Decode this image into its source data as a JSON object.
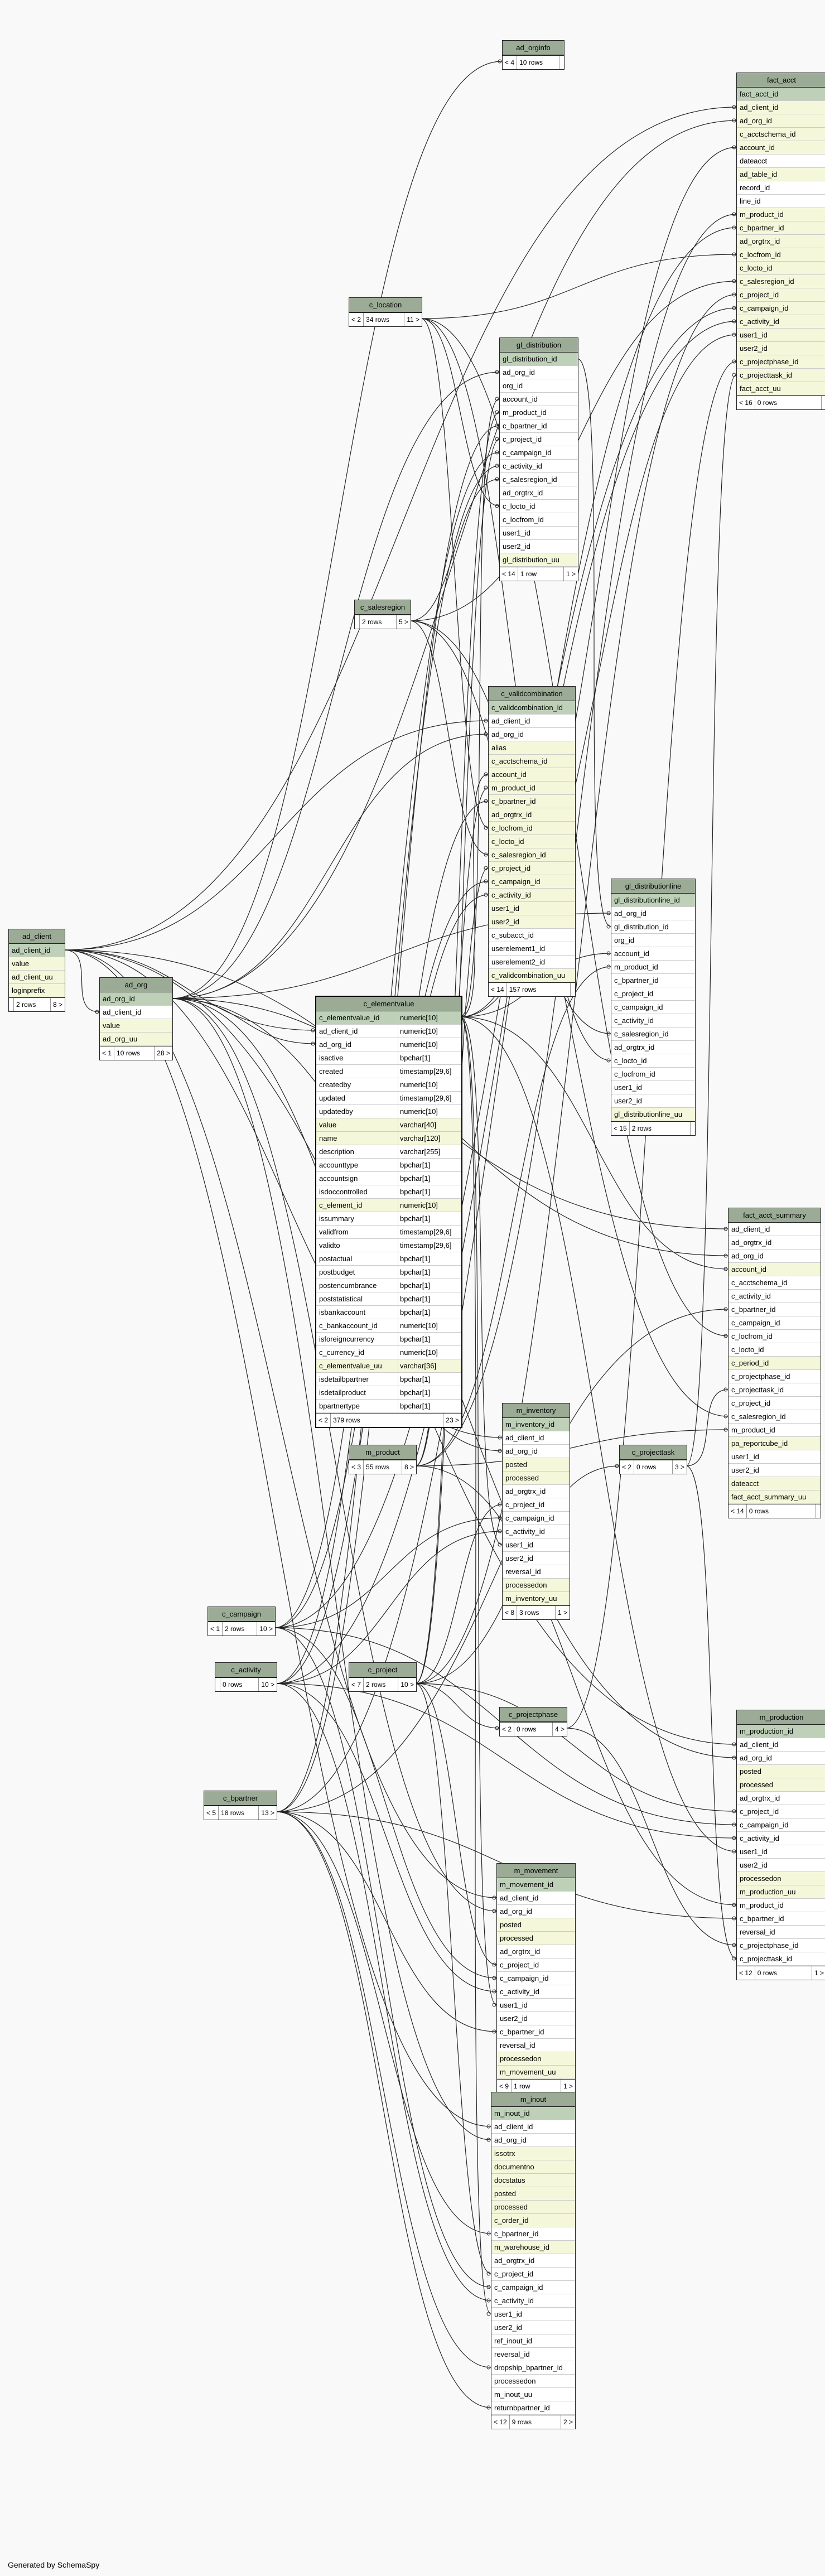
{
  "generator": "Generated by SchemaSpy",
  "tables": [
    {
      "name": "ad_orginfo",
      "cols": [],
      "footer": {
        "left": "< 4",
        "rows": "10 rows",
        "right": ""
      }
    },
    {
      "name": "fact_acct",
      "cols": [
        {
          "n": "fact_acct_id",
          "k": "pk"
        },
        {
          "n": "ad_client_id",
          "k": "fk"
        },
        {
          "n": "ad_org_id",
          "k": "fk"
        },
        {
          "n": "c_acctschema_id",
          "k": "fk"
        },
        {
          "n": "account_id",
          "k": "fk"
        },
        {
          "n": "dateacct",
          "k": ""
        },
        {
          "n": "ad_table_id",
          "k": "fk"
        },
        {
          "n": "record_id",
          "k": ""
        },
        {
          "n": "line_id",
          "k": ""
        },
        {
          "n": "m_product_id",
          "k": "fk"
        },
        {
          "n": "c_bpartner_id",
          "k": "fk"
        },
        {
          "n": "ad_orgtrx_id",
          "k": "fk"
        },
        {
          "n": "c_locfrom_id",
          "k": "fk"
        },
        {
          "n": "c_locto_id",
          "k": "fk"
        },
        {
          "n": "c_salesregion_id",
          "k": "fk"
        },
        {
          "n": "c_project_id",
          "k": "fk"
        },
        {
          "n": "c_campaign_id",
          "k": "fk"
        },
        {
          "n": "c_activity_id",
          "k": "fk"
        },
        {
          "n": "user1_id",
          "k": "fk"
        },
        {
          "n": "user2_id",
          "k": "fk"
        },
        {
          "n": "c_projectphase_id",
          "k": "fk"
        },
        {
          "n": "c_projecttask_id",
          "k": "fk"
        },
        {
          "n": "fact_acct_uu",
          "k": "fk"
        }
      ],
      "footer": {
        "left": "< 16",
        "rows": "0 rows",
        "right": ""
      }
    },
    {
      "name": "c_location",
      "cols": [],
      "footer": {
        "left": "< 2",
        "rows": "34 rows",
        "right": "11 >"
      }
    },
    {
      "name": "gl_distribution",
      "cols": [
        {
          "n": "gl_distribution_id",
          "k": "pk"
        },
        {
          "n": "ad_org_id",
          "k": ""
        },
        {
          "n": "org_id",
          "k": ""
        },
        {
          "n": "account_id",
          "k": ""
        },
        {
          "n": "m_product_id",
          "k": ""
        },
        {
          "n": "c_bpartner_id",
          "k": ""
        },
        {
          "n": "c_project_id",
          "k": ""
        },
        {
          "n": "c_campaign_id",
          "k": ""
        },
        {
          "n": "c_activity_id",
          "k": ""
        },
        {
          "n": "c_salesregion_id",
          "k": ""
        },
        {
          "n": "ad_orgtrx_id",
          "k": ""
        },
        {
          "n": "c_locto_id",
          "k": ""
        },
        {
          "n": "c_locfrom_id",
          "k": ""
        },
        {
          "n": "user1_id",
          "k": ""
        },
        {
          "n": "user2_id",
          "k": ""
        },
        {
          "n": "gl_distribution_uu",
          "k": "fk"
        }
      ],
      "footer": {
        "left": "< 14",
        "rows": "1 row",
        "right": "1 >"
      }
    },
    {
      "name": "c_salesregion",
      "cols": [],
      "footer": {
        "left": "",
        "rows": "2 rows",
        "right": "5 >"
      }
    },
    {
      "name": "c_validcombination",
      "cols": [
        {
          "n": "c_validcombination_id",
          "k": "pk"
        },
        {
          "n": "ad_client_id",
          "k": ""
        },
        {
          "n": "ad_org_id",
          "k": ""
        },
        {
          "n": "alias",
          "k": "fk"
        },
        {
          "n": "c_acctschema_id",
          "k": "fk"
        },
        {
          "n": "account_id",
          "k": "fk"
        },
        {
          "n": "m_product_id",
          "k": "fk"
        },
        {
          "n": "c_bpartner_id",
          "k": "fk"
        },
        {
          "n": "ad_orgtrx_id",
          "k": "fk"
        },
        {
          "n": "c_locfrom_id",
          "k": "fk"
        },
        {
          "n": "c_locto_id",
          "k": "fk"
        },
        {
          "n": "c_salesregion_id",
          "k": "fk"
        },
        {
          "n": "c_project_id",
          "k": "fk"
        },
        {
          "n": "c_campaign_id",
          "k": "fk"
        },
        {
          "n": "c_activity_id",
          "k": "fk"
        },
        {
          "n": "user1_id",
          "k": "fk"
        },
        {
          "n": "user2_id",
          "k": "fk"
        },
        {
          "n": "c_subacct_id",
          "k": ""
        },
        {
          "n": "userelement1_id",
          "k": ""
        },
        {
          "n": "userelement2_id",
          "k": ""
        },
        {
          "n": "c_validcombination_uu",
          "k": "fk"
        }
      ],
      "footer": {
        "left": "< 14",
        "rows": "157 rows",
        "right": ""
      }
    },
    {
      "name": "gl_distributionline",
      "cols": [
        {
          "n": "gl_distributionline_id",
          "k": "pk"
        },
        {
          "n": "ad_org_id",
          "k": ""
        },
        {
          "n": "gl_distribution_id",
          "k": ""
        },
        {
          "n": "org_id",
          "k": ""
        },
        {
          "n": "account_id",
          "k": ""
        },
        {
          "n": "m_product_id",
          "k": ""
        },
        {
          "n": "c_bpartner_id",
          "k": ""
        },
        {
          "n": "c_project_id",
          "k": ""
        },
        {
          "n": "c_campaign_id",
          "k": ""
        },
        {
          "n": "c_activity_id",
          "k": ""
        },
        {
          "n": "c_salesregion_id",
          "k": ""
        },
        {
          "n": "ad_orgtrx_id",
          "k": ""
        },
        {
          "n": "c_locto_id",
          "k": ""
        },
        {
          "n": "c_locfrom_id",
          "k": ""
        },
        {
          "n": "user1_id",
          "k": ""
        },
        {
          "n": "user2_id",
          "k": ""
        },
        {
          "n": "gl_distributionline_uu",
          "k": "fk"
        }
      ],
      "footer": {
        "left": "< 15",
        "rows": "2 rows",
        "right": ""
      }
    },
    {
      "name": "ad_client",
      "cols": [
        {
          "n": "ad_client_id",
          "k": "pk"
        },
        {
          "n": "value",
          "k": "fk"
        },
        {
          "n": "ad_client_uu",
          "k": "fk"
        },
        {
          "n": "loginprefix",
          "k": "fk"
        }
      ],
      "footer": {
        "left": "",
        "rows": "2 rows",
        "right": "8 >"
      }
    },
    {
      "name": "ad_org",
      "cols": [
        {
          "n": "ad_org_id",
          "k": "pk"
        },
        {
          "n": "ad_client_id",
          "k": ""
        },
        {
          "n": "value",
          "k": "fk"
        },
        {
          "n": "ad_org_uu",
          "k": "fk"
        }
      ],
      "footer": {
        "left": "< 1",
        "rows": "10 rows",
        "right": "28 >"
      }
    },
    {
      "name": "c_elementvalue",
      "cols": [
        {
          "n": "c_elementvalue_id",
          "t": "numeric[10]",
          "k": "pk"
        },
        {
          "n": "ad_client_id",
          "t": "numeric[10]",
          "k": ""
        },
        {
          "n": "ad_org_id",
          "t": "numeric[10]",
          "k": ""
        },
        {
          "n": "isactive",
          "t": "bpchar[1]",
          "k": ""
        },
        {
          "n": "created",
          "t": "timestamp[29,6]",
          "k": ""
        },
        {
          "n": "createdby",
          "t": "numeric[10]",
          "k": ""
        },
        {
          "n": "updated",
          "t": "timestamp[29,6]",
          "k": ""
        },
        {
          "n": "updatedby",
          "t": "numeric[10]",
          "k": ""
        },
        {
          "n": "value",
          "t": "varchar[40]",
          "k": "fk"
        },
        {
          "n": "name",
          "t": "varchar[120]",
          "k": "fk"
        },
        {
          "n": "description",
          "t": "varchar[255]",
          "k": ""
        },
        {
          "n": "accounttype",
          "t": "bpchar[1]",
          "k": ""
        },
        {
          "n": "accountsign",
          "t": "bpchar[1]",
          "k": ""
        },
        {
          "n": "isdoccontrolled",
          "t": "bpchar[1]",
          "k": ""
        },
        {
          "n": "c_element_id",
          "t": "numeric[10]",
          "k": "fk"
        },
        {
          "n": "issummary",
          "t": "bpchar[1]",
          "k": ""
        },
        {
          "n": "validfrom",
          "t": "timestamp[29,6]",
          "k": ""
        },
        {
          "n": "validto",
          "t": "timestamp[29,6]",
          "k": ""
        },
        {
          "n": "postactual",
          "t": "bpchar[1]",
          "k": ""
        },
        {
          "n": "postbudget",
          "t": "bpchar[1]",
          "k": ""
        },
        {
          "n": "postencumbrance",
          "t": "bpchar[1]",
          "k": ""
        },
        {
          "n": "poststatistical",
          "t": "bpchar[1]",
          "k": ""
        },
        {
          "n": "isbankaccount",
          "t": "bpchar[1]",
          "k": ""
        },
        {
          "n": "c_bankaccount_id",
          "t": "numeric[10]",
          "k": ""
        },
        {
          "n": "isforeigncurrency",
          "t": "bpchar[1]",
          "k": ""
        },
        {
          "n": "c_currency_id",
          "t": "numeric[10]",
          "k": ""
        },
        {
          "n": "c_elementvalue_uu",
          "t": "varchar[36]",
          "k": "fk"
        },
        {
          "n": "isdetailbpartner",
          "t": "bpchar[1]",
          "k": ""
        },
        {
          "n": "isdetailproduct",
          "t": "bpchar[1]",
          "k": ""
        },
        {
          "n": "bpartnertype",
          "t": "bpchar[1]",
          "k": ""
        }
      ],
      "footer": {
        "left": "< 2",
        "rows": "379 rows",
        "right": "23 >"
      }
    },
    {
      "name": "fact_acct_summary",
      "cols": [
        {
          "n": "ad_client_id",
          "k": ""
        },
        {
          "n": "ad_orgtrx_id",
          "k": ""
        },
        {
          "n": "ad_org_id",
          "k": ""
        },
        {
          "n": "account_id",
          "k": "fk"
        },
        {
          "n": "c_acctschema_id",
          "k": ""
        },
        {
          "n": "c_activity_id",
          "k": ""
        },
        {
          "n": "c_bpartner_id",
          "k": ""
        },
        {
          "n": "c_campaign_id",
          "k": ""
        },
        {
          "n": "c_locfrom_id",
          "k": ""
        },
        {
          "n": "c_locto_id",
          "k": ""
        },
        {
          "n": "c_period_id",
          "k": "fk"
        },
        {
          "n": "c_projectphase_id",
          "k": ""
        },
        {
          "n": "c_projecttask_id",
          "k": ""
        },
        {
          "n": "c_project_id",
          "k": ""
        },
        {
          "n": "c_salesregion_id",
          "k": ""
        },
        {
          "n": "m_product_id",
          "k": ""
        },
        {
          "n": "pa_reportcube_id",
          "k": "fk"
        },
        {
          "n": "user1_id",
          "k": ""
        },
        {
          "n": "user2_id",
          "k": ""
        },
        {
          "n": "dateacct",
          "k": "fk"
        },
        {
          "n": "fact_acct_summary_uu",
          "k": "fk"
        }
      ],
      "footer": {
        "left": "< 14",
        "rows": "0 rows",
        "right": ""
      }
    },
    {
      "name": "m_product",
      "cols": [],
      "footer": {
        "left": "< 3",
        "rows": "55 rows",
        "right": "8 >"
      }
    },
    {
      "name": "m_inventory",
      "cols": [
        {
          "n": "m_inventory_id",
          "k": "pk"
        },
        {
          "n": "ad_client_id",
          "k": ""
        },
        {
          "n": "ad_org_id",
          "k": ""
        },
        {
          "n": "posted",
          "k": "fk"
        },
        {
          "n": "processed",
          "k": "fk"
        },
        {
          "n": "ad_orgtrx_id",
          "k": ""
        },
        {
          "n": "c_project_id",
          "k": ""
        },
        {
          "n": "c_campaign_id",
          "k": ""
        },
        {
          "n": "c_activity_id",
          "k": ""
        },
        {
          "n": "user1_id",
          "k": ""
        },
        {
          "n": "user2_id",
          "k": ""
        },
        {
          "n": "reversal_id",
          "k": ""
        },
        {
          "n": "processedon",
          "k": "fk"
        },
        {
          "n": "m_inventory_uu",
          "k": "fk"
        }
      ],
      "footer": {
        "left": "< 8",
        "rows": "3 rows",
        "right": "1 >"
      }
    },
    {
      "name": "c_projecttask",
      "cols": [],
      "footer": {
        "left": "< 2",
        "rows": "0 rows",
        "right": "3 >"
      }
    },
    {
      "name": "c_campaign",
      "cols": [],
      "footer": {
        "left": "< 1",
        "rows": "2 rows",
        "right": "10 >"
      }
    },
    {
      "name": "c_activity",
      "cols": [],
      "footer": {
        "left": "",
        "rows": "0 rows",
        "right": "10 >"
      }
    },
    {
      "name": "c_project",
      "cols": [],
      "footer": {
        "left": "< 7",
        "rows": "2 rows",
        "right": "10 >"
      }
    },
    {
      "name": "c_projectphase",
      "cols": [],
      "footer": {
        "left": "< 2",
        "rows": "0 rows",
        "right": "4 >"
      }
    },
    {
      "name": "m_production",
      "cols": [
        {
          "n": "m_production_id",
          "k": "pk"
        },
        {
          "n": "ad_client_id",
          "k": ""
        },
        {
          "n": "ad_org_id",
          "k": ""
        },
        {
          "n": "posted",
          "k": "fk"
        },
        {
          "n": "processed",
          "k": "fk"
        },
        {
          "n": "ad_orgtrx_id",
          "k": ""
        },
        {
          "n": "c_project_id",
          "k": ""
        },
        {
          "n": "c_campaign_id",
          "k": ""
        },
        {
          "n": "c_activity_id",
          "k": ""
        },
        {
          "n": "user1_id",
          "k": ""
        },
        {
          "n": "user2_id",
          "k": ""
        },
        {
          "n": "processedon",
          "k": "fk"
        },
        {
          "n": "m_production_uu",
          "k": "fk"
        },
        {
          "n": "m_product_id",
          "k": ""
        },
        {
          "n": "c_bpartner_id",
          "k": ""
        },
        {
          "n": "reversal_id",
          "k": ""
        },
        {
          "n": "c_projectphase_id",
          "k": ""
        },
        {
          "n": "c_projecttask_id",
          "k": ""
        }
      ],
      "footer": {
        "left": "< 12",
        "rows": "0 rows",
        "right": "1 >"
      }
    },
    {
      "name": "c_bpartner",
      "cols": [],
      "footer": {
        "left": "< 5",
        "rows": "18 rows",
        "right": "13 >"
      }
    },
    {
      "name": "m_movement",
      "cols": [
        {
          "n": "m_movement_id",
          "k": "pk"
        },
        {
          "n": "ad_client_id",
          "k": ""
        },
        {
          "n": "ad_org_id",
          "k": ""
        },
        {
          "n": "posted",
          "k": "fk"
        },
        {
          "n": "processed",
          "k": "fk"
        },
        {
          "n": "ad_orgtrx_id",
          "k": ""
        },
        {
          "n": "c_project_id",
          "k": ""
        },
        {
          "n": "c_campaign_id",
          "k": ""
        },
        {
          "n": "c_activity_id",
          "k": ""
        },
        {
          "n": "user1_id",
          "k": ""
        },
        {
          "n": "user2_id",
          "k": ""
        },
        {
          "n": "c_bpartner_id",
          "k": ""
        },
        {
          "n": "reversal_id",
          "k": ""
        },
        {
          "n": "processedon",
          "k": "fk"
        },
        {
          "n": "m_movement_uu",
          "k": "fk"
        }
      ],
      "footer": {
        "left": "< 9",
        "rows": "1 row",
        "right": "1 >"
      }
    },
    {
      "name": "m_inout",
      "cols": [
        {
          "n": "m_inout_id",
          "k": "pk"
        },
        {
          "n": "ad_client_id",
          "k": ""
        },
        {
          "n": "ad_org_id",
          "k": ""
        },
        {
          "n": "issotrx",
          "k": "fk"
        },
        {
          "n": "documentno",
          "k": "fk"
        },
        {
          "n": "docstatus",
          "k": "fk"
        },
        {
          "n": "posted",
          "k": "fk"
        },
        {
          "n": "processed",
          "k": "fk"
        },
        {
          "n": "c_order_id",
          "k": "fk"
        },
        {
          "n": "c_bpartner_id",
          "k": ""
        },
        {
          "n": "m_warehouse_id",
          "k": "fk"
        },
        {
          "n": "ad_orgtrx_id",
          "k": ""
        },
        {
          "n": "c_project_id",
          "k": ""
        },
        {
          "n": "c_campaign_id",
          "k": ""
        },
        {
          "n": "c_activity_id",
          "k": ""
        },
        {
          "n": "user1_id",
          "k": ""
        },
        {
          "n": "user2_id",
          "k": ""
        },
        {
          "n": "ref_inout_id",
          "k": ""
        },
        {
          "n": "reversal_id",
          "k": ""
        },
        {
          "n": "dropship_bpartner_id",
          "k": ""
        },
        {
          "n": "processedon",
          "k": ""
        },
        {
          "n": "m_inout_uu",
          "k": ""
        },
        {
          "n": "returnbpartner_id",
          "k": ""
        }
      ],
      "footer": {
        "left": "< 12",
        "rows": "9 rows",
        "right": "2 >"
      }
    }
  ]
}
